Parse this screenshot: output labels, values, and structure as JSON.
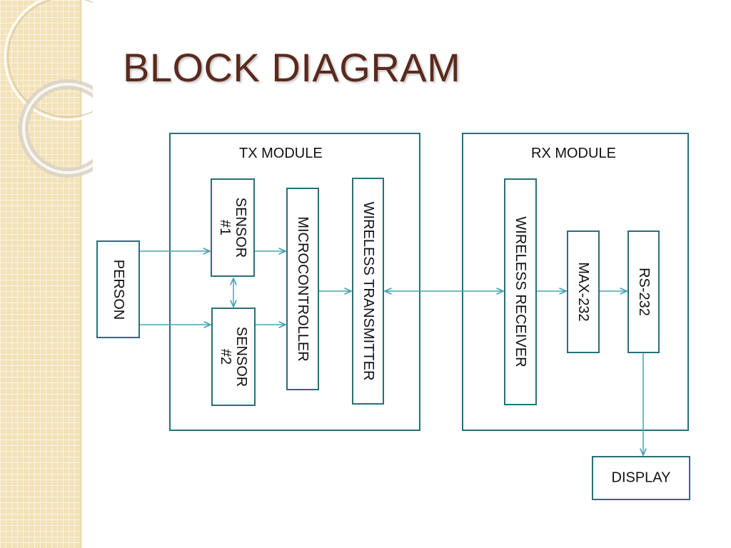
{
  "title": "BLOCK DIAGRAM",
  "modules": {
    "tx_label": "TX MODULE",
    "rx_label": "RX MODULE"
  },
  "blocks": {
    "person": "PERSON",
    "sensor1_line1": "SENSOR",
    "sensor1_line2": "#1",
    "sensor2_line1": "SENSOR",
    "sensor2_line2": "#2",
    "microcontroller": "MICROCONTROLLER",
    "wireless_transmitter": "WIRELESS TRANSMITTER",
    "wireless_receiver": "WIRELESS RECEIVER",
    "max232": "MAX-232",
    "rs232": "RS-232",
    "display": "DISPLAY"
  },
  "colors": {
    "border": "#2a6e7a",
    "arrow": "#4aa3b3",
    "title": "#5a2a1c",
    "side_band": "#f3e2b8"
  },
  "connections": [
    {
      "from": "PERSON",
      "to": "SENSOR #1"
    },
    {
      "from": "PERSON",
      "to": "SENSOR #2"
    },
    {
      "from": "SENSOR #1",
      "to": "SENSOR #2",
      "bidirectional": true
    },
    {
      "from": "SENSOR #1",
      "to": "MICROCONTROLLER"
    },
    {
      "from": "SENSOR #2",
      "to": "MICROCONTROLLER"
    },
    {
      "from": "MICROCONTROLLER",
      "to": "WIRELESS TRANSMITTER"
    },
    {
      "from": "WIRELESS TRANSMITTER",
      "to": "WIRELESS RECEIVER",
      "bidirectional": true
    },
    {
      "from": "WIRELESS RECEIVER",
      "to": "MAX-232"
    },
    {
      "from": "MAX-232",
      "to": "RS-232"
    },
    {
      "from": "RS-232",
      "to": "DISPLAY"
    }
  ]
}
